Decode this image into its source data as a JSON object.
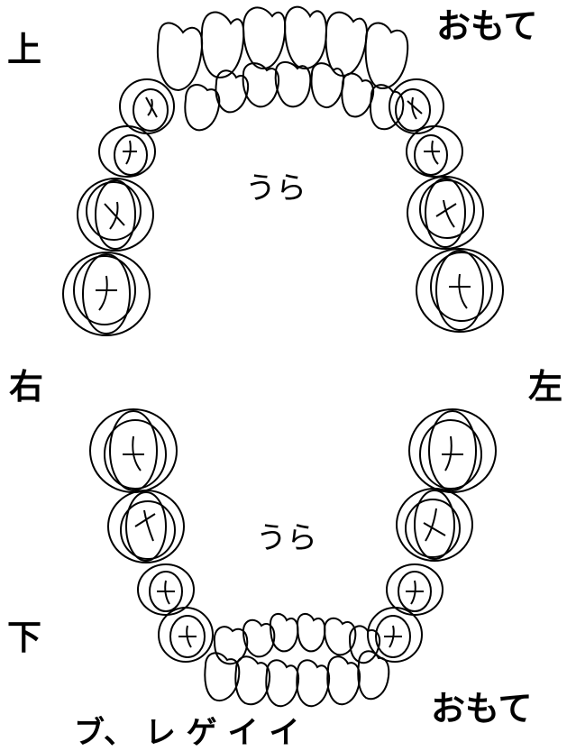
{
  "labels": {
    "upper": "上",
    "lower": "下",
    "right": "右",
    "left": "左",
    "surface_top": "おもて",
    "surface_bottom": "おもて",
    "inner_top": "うら",
    "inner_bottom": "うら",
    "cut_text": "ブ、 レ ゲ イ イ"
  },
  "colors": {
    "line": "#000000",
    "background": "#ffffff"
  }
}
